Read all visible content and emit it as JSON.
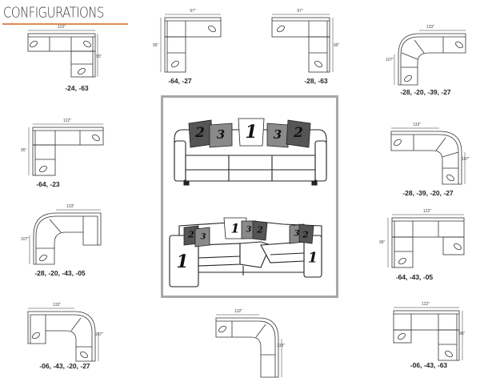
{
  "page": {
    "title": "CONFIGURATIONS",
    "accent_color": "#e08a53"
  },
  "configurations": [
    {
      "id": "c1",
      "code": "-24, -63",
      "dims": [
        "122\"",
        "95\""
      ]
    },
    {
      "id": "c2",
      "code": "-64, -27",
      "dims": [
        "97\"",
        "95\""
      ]
    },
    {
      "id": "c3",
      "code": "-28, -63",
      "dims": [
        "97\"",
        "95\""
      ]
    },
    {
      "id": "c4",
      "code": "-28, -20, -39, -27",
      "dims": [
        "133\"",
        "107\""
      ]
    },
    {
      "id": "c5",
      "code": "-64, -23",
      "dims": [
        "122\"",
        "95\""
      ]
    },
    {
      "id": "c6",
      "code": "-28, -39, -20, -27",
      "dims": [
        "133\"",
        "107\""
      ]
    },
    {
      "id": "c7",
      "code": "-28, -20, -43, -05",
      "dims": [
        "133\"",
        "107\""
      ]
    },
    {
      "id": "c8",
      "code": "-64, -43, -05",
      "dims": [
        "122\"",
        "95\""
      ]
    },
    {
      "id": "c9",
      "code": "-06, -43, -20, -27",
      "dims": [
        "133\"",
        "107\""
      ]
    },
    {
      "id": "c10",
      "code": "",
      "dims": [
        "132\"",
        "133\""
      ]
    },
    {
      "id": "c11",
      "code": "-06, -43, -63",
      "dims": [
        "122\"",
        "95\""
      ]
    }
  ],
  "pillow_legend": {
    "sofa_pillows": [
      "2",
      "3",
      "1",
      "3",
      "2"
    ],
    "sectional_pillows": [
      "2",
      "3",
      "1",
      "3",
      "2",
      "3",
      "2",
      "1",
      "1"
    ],
    "colors": {
      "dark": "#555555",
      "medium": "#8a8a8a",
      "light": "#cfcfcf"
    }
  }
}
